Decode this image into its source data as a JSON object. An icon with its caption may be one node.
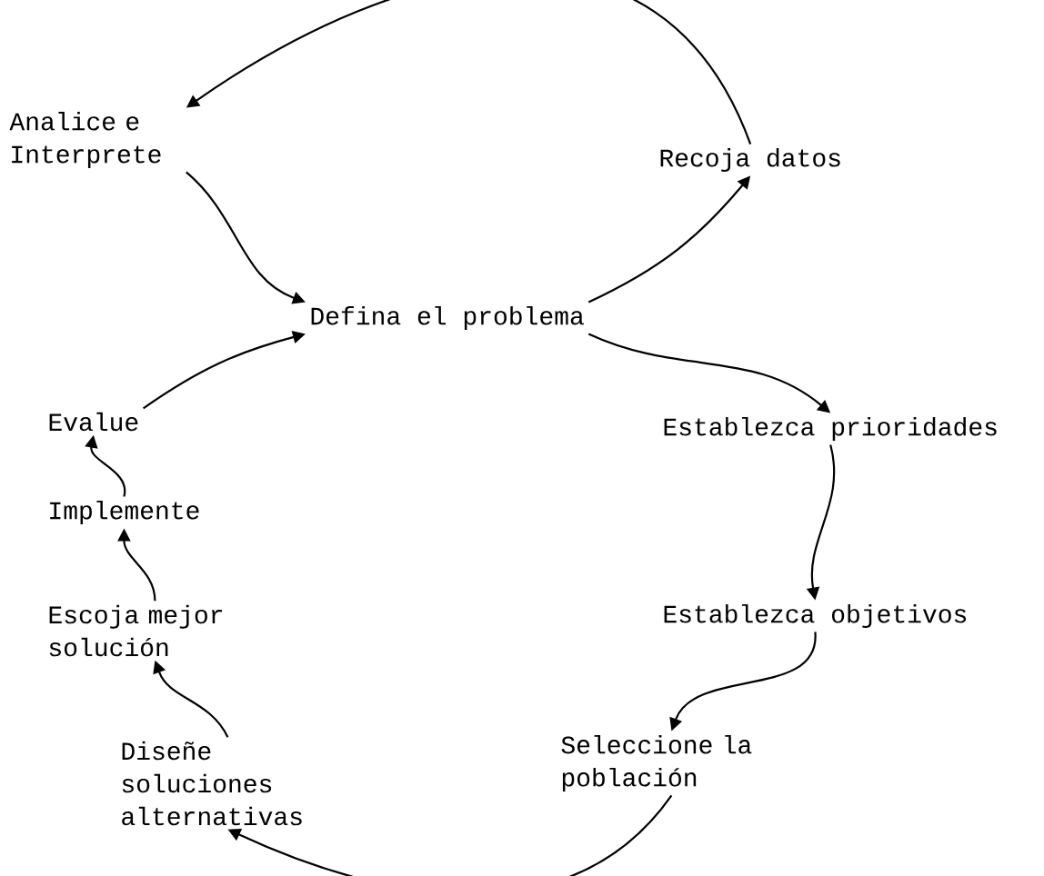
{
  "diagram": {
    "nodes": [
      {
        "text": [
          "Analice e Interprete"
        ]
      },
      {
        "text": [
          "Recoja datos"
        ]
      },
      {
        "text": [
          "Defina el problema"
        ]
      },
      {
        "text": [
          "Evalue"
        ]
      },
      {
        "text": [
          "Establezca prioridades"
        ]
      },
      {
        "text": [
          "Implemente"
        ]
      },
      {
        "text": [
          "Escoja mejor solución"
        ]
      },
      {
        "text": [
          "Establezca objetivos"
        ]
      },
      {
        "text": [
          "Diseñe soluciones alternativas"
        ]
      },
      {
        "text": [
          "Seleccione la población"
        ]
      }
    ],
    "edges": [
      {
        "from": 1,
        "to": 0,
        "arrow": "to"
      },
      {
        "from": 0,
        "to": 2,
        "arrow": "to"
      },
      {
        "from": 2,
        "to": 1,
        "arrow": "to"
      },
      {
        "from": 2,
        "to": 4,
        "arrow": "to"
      },
      {
        "from": 4,
        "to": 7,
        "arrow": "to"
      },
      {
        "from": 7,
        "to": 9,
        "arrow": "to"
      },
      {
        "from": 9,
        "to": 8,
        "arrow": "to"
      },
      {
        "from": 8,
        "to": 6,
        "arrow": "to"
      },
      {
        "from": 6,
        "to": 5,
        "arrow": "to"
      },
      {
        "from": 5,
        "to": 3,
        "arrow": "to"
      },
      {
        "from": 3,
        "to": 2,
        "arrow": "to"
      }
    ]
  }
}
